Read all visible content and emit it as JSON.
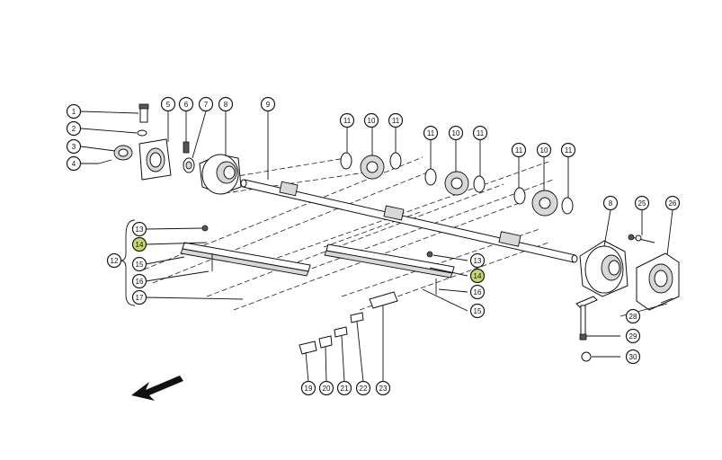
{
  "callouts": [
    {
      "id": "c1",
      "label": "1",
      "highlight": false
    },
    {
      "id": "c2",
      "label": "2",
      "highlight": false
    },
    {
      "id": "c3",
      "label": "3",
      "highlight": false
    },
    {
      "id": "c4",
      "label": "4",
      "highlight": false
    },
    {
      "id": "c5",
      "label": "5",
      "highlight": false
    },
    {
      "id": "c6",
      "label": "6",
      "highlight": false
    },
    {
      "id": "c7",
      "label": "7",
      "highlight": false
    },
    {
      "id": "c8a",
      "label": "8",
      "highlight": false
    },
    {
      "id": "c9",
      "label": "9",
      "highlight": false
    },
    {
      "id": "c11a",
      "label": "11",
      "highlight": false
    },
    {
      "id": "c10a",
      "label": "10",
      "highlight": false
    },
    {
      "id": "c11b",
      "label": "11",
      "highlight": false
    },
    {
      "id": "c11c",
      "label": "11",
      "highlight": false
    },
    {
      "id": "c10b",
      "label": "10",
      "highlight": false
    },
    {
      "id": "c11d",
      "label": "11",
      "highlight": false
    },
    {
      "id": "c11e",
      "label": "11",
      "highlight": false
    },
    {
      "id": "c10c",
      "label": "10",
      "highlight": false
    },
    {
      "id": "c11f",
      "label": "11",
      "highlight": false
    },
    {
      "id": "c8b",
      "label": "8",
      "highlight": false
    },
    {
      "id": "c25",
      "label": "25",
      "highlight": false
    },
    {
      "id": "c26",
      "label": "26",
      "highlight": false
    },
    {
      "id": "c12",
      "label": "12",
      "highlight": false
    },
    {
      "id": "c13a",
      "label": "13",
      "highlight": false
    },
    {
      "id": "c14a",
      "label": "14",
      "highlight": true
    },
    {
      "id": "c15a",
      "label": "15",
      "highlight": false
    },
    {
      "id": "c16a",
      "label": "16",
      "highlight": false
    },
    {
      "id": "c17",
      "label": "17",
      "highlight": false
    },
    {
      "id": "c13b",
      "label": "13",
      "highlight": false
    },
    {
      "id": "c14b",
      "label": "14",
      "highlight": true
    },
    {
      "id": "c16b",
      "label": "16",
      "highlight": false
    },
    {
      "id": "c15b",
      "label": "15",
      "highlight": false
    },
    {
      "id": "c28",
      "label": "28",
      "highlight": false
    },
    {
      "id": "c29",
      "label": "29",
      "highlight": false
    },
    {
      "id": "c30",
      "label": "30",
      "highlight": false
    },
    {
      "id": "c19",
      "label": "19",
      "highlight": false
    },
    {
      "id": "c20",
      "label": "20",
      "highlight": false
    },
    {
      "id": "c21",
      "label": "21",
      "highlight": false
    },
    {
      "id": "c22",
      "label": "22",
      "highlight": false
    },
    {
      "id": "c23",
      "label": "23",
      "highlight": false
    }
  ],
  "colors": {
    "highlight": "#c9d66e",
    "line": "#111111"
  },
  "icons": {
    "direction": "arrow-down-left-icon"
  }
}
